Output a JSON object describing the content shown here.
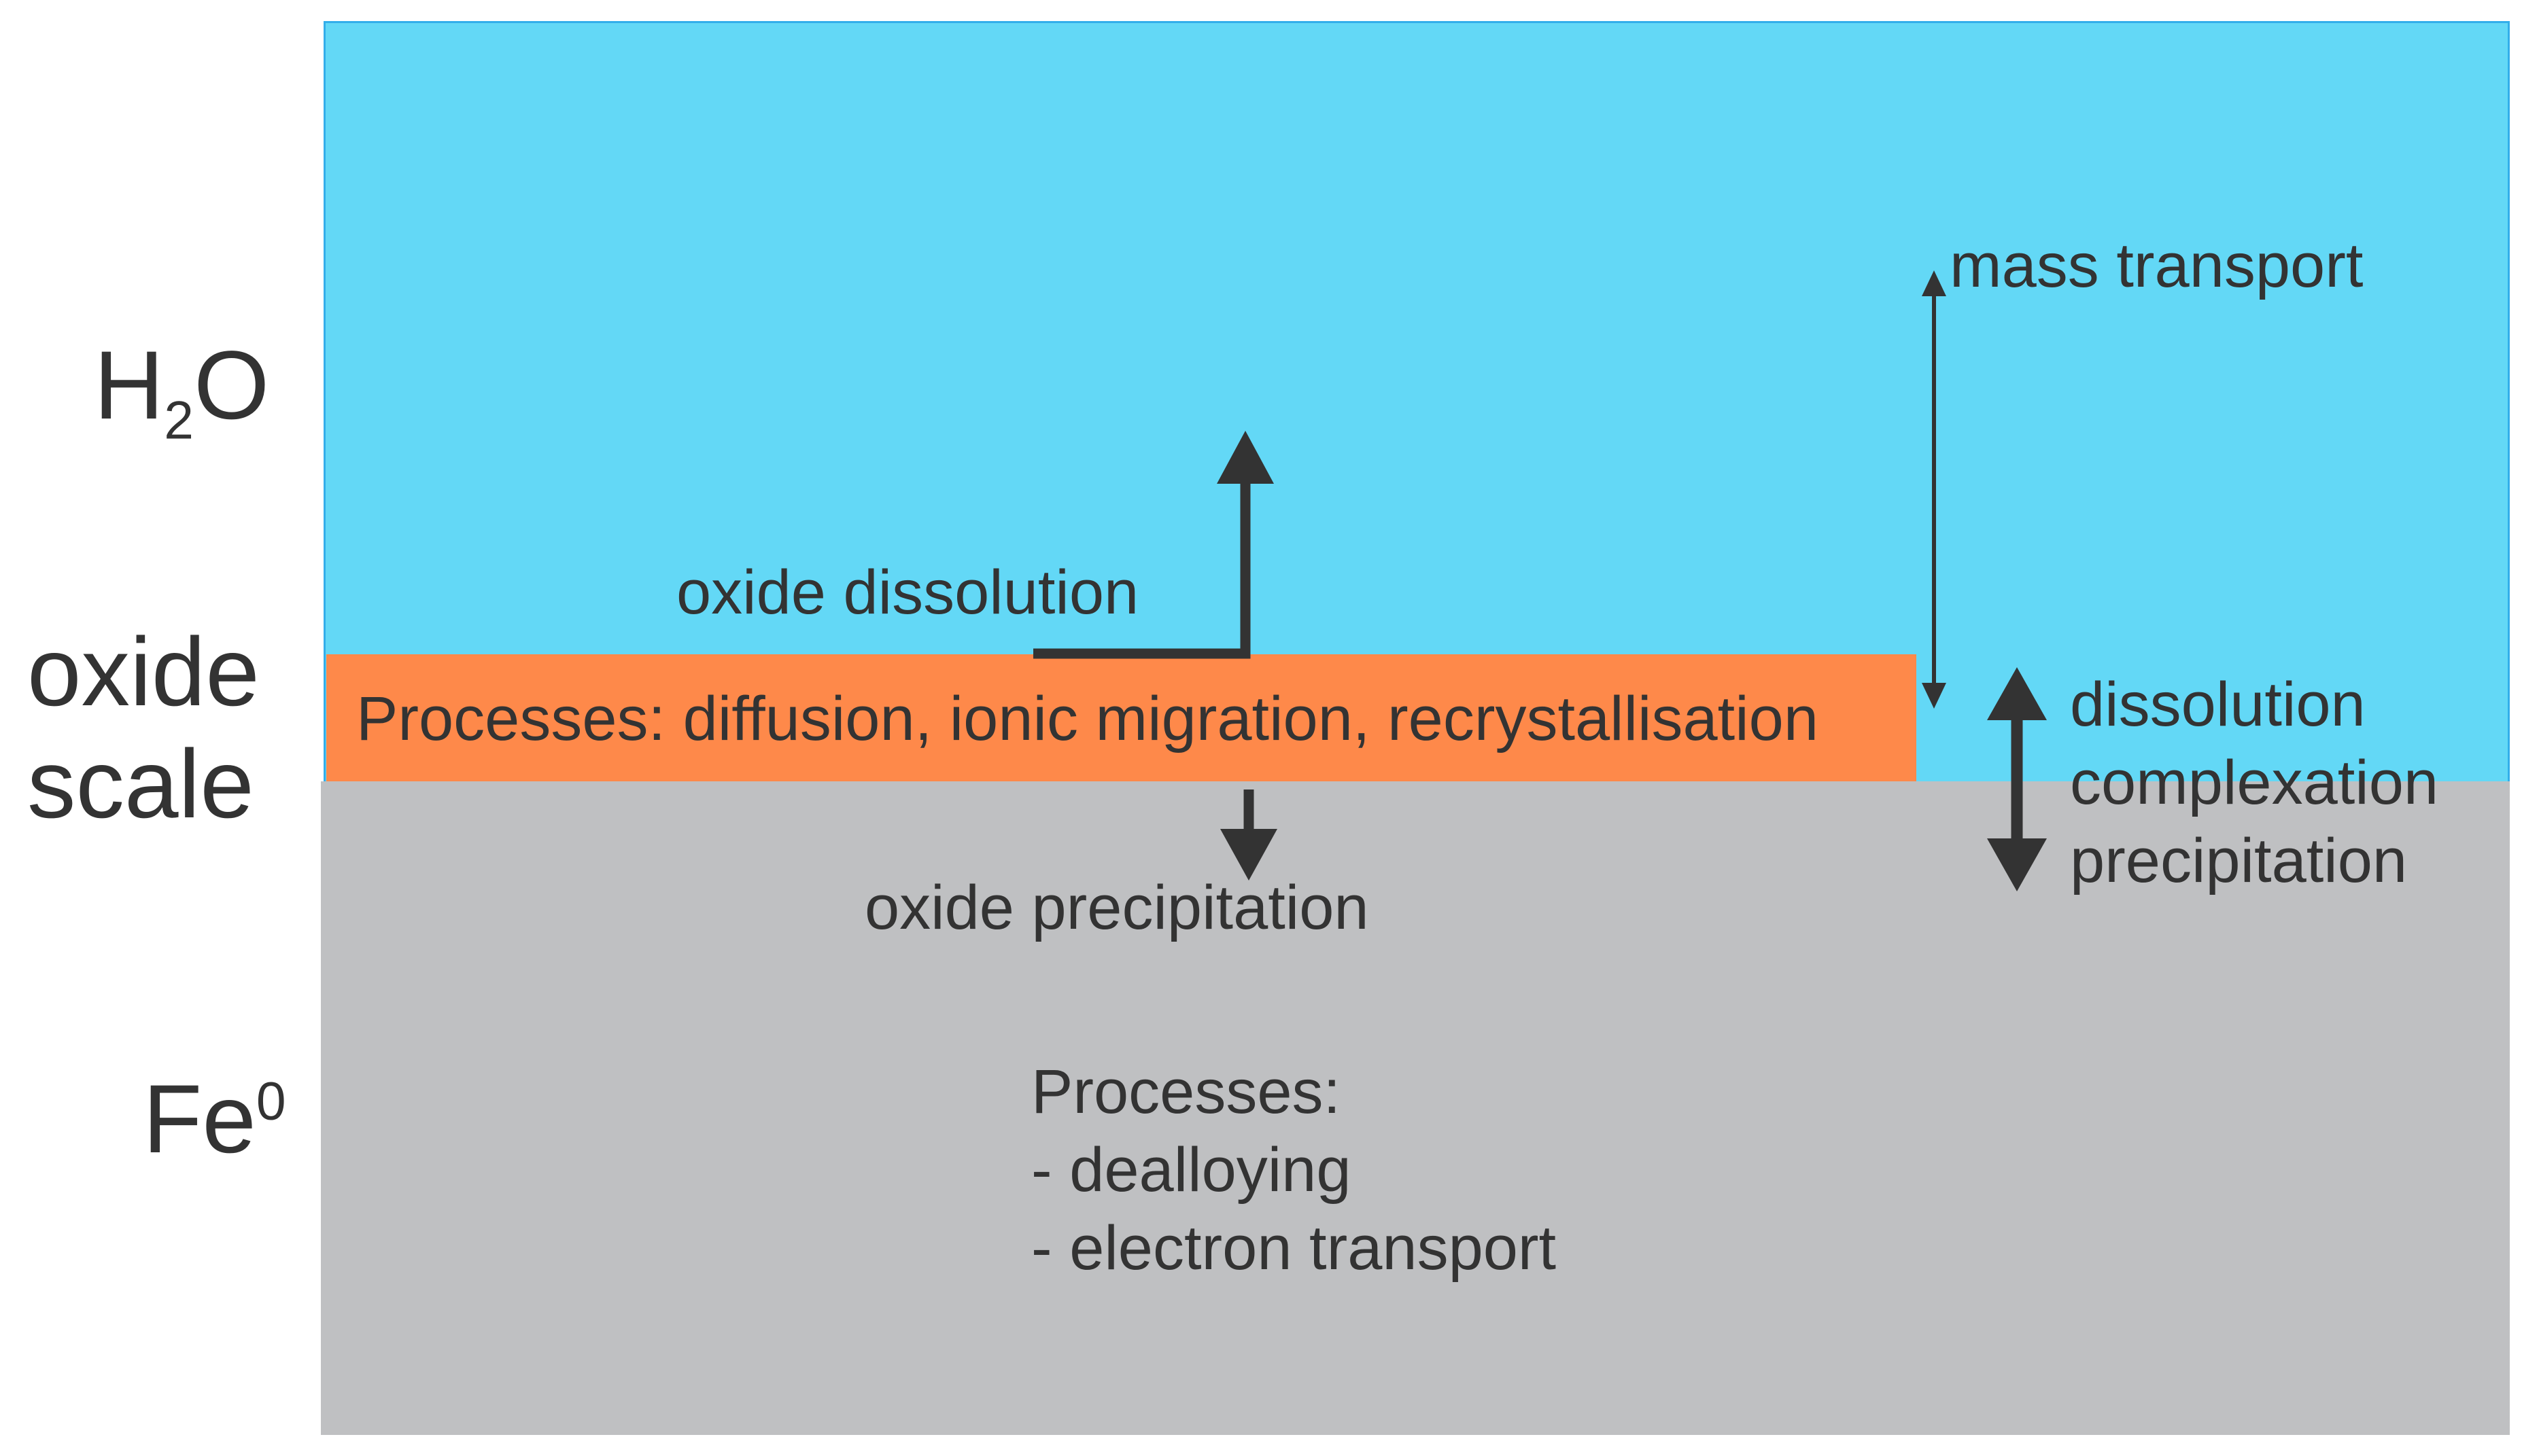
{
  "layers": {
    "water_label": "H",
    "water_label_sub": "2",
    "water_label_end": "O",
    "scale_label_line1": "oxide",
    "scale_label_line2": "scale",
    "metal_label": "Fe",
    "metal_label_sup": "0"
  },
  "annotations": {
    "mass_transport": "mass transport",
    "oxide_dissolution": "oxide dissolution",
    "scale_processes": "Processes: diffusion, ionic migration, recrystallisation",
    "interface_processes": [
      "dissolution",
      "complexation",
      "precipitation"
    ],
    "oxide_precipitation": "oxide precipitation",
    "metal_processes": [
      "Processes:",
      "- dealloying",
      "- electron transport"
    ]
  },
  "colors": {
    "water": "#63d8f6",
    "water_border": "#33aeea",
    "oxide_scale": "#fe894a",
    "metal": "#bfc0c2",
    "text_and_arrows": "#333333"
  }
}
